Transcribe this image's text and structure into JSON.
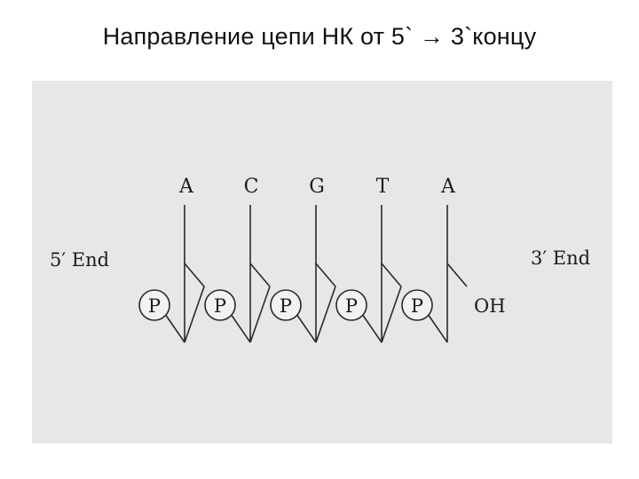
{
  "title": "Направление цепи НК от 5` → 3`концу",
  "diagram": {
    "left_end": "5′ End",
    "right_end": "3′ End",
    "bases": [
      "A",
      "C",
      "G",
      "T",
      "A"
    ],
    "phosphate": "P",
    "terminal": "OH"
  },
  "colors": {
    "background": "#ffffff",
    "photo": "#e9e6ea",
    "ink": "#1a1a1a"
  }
}
